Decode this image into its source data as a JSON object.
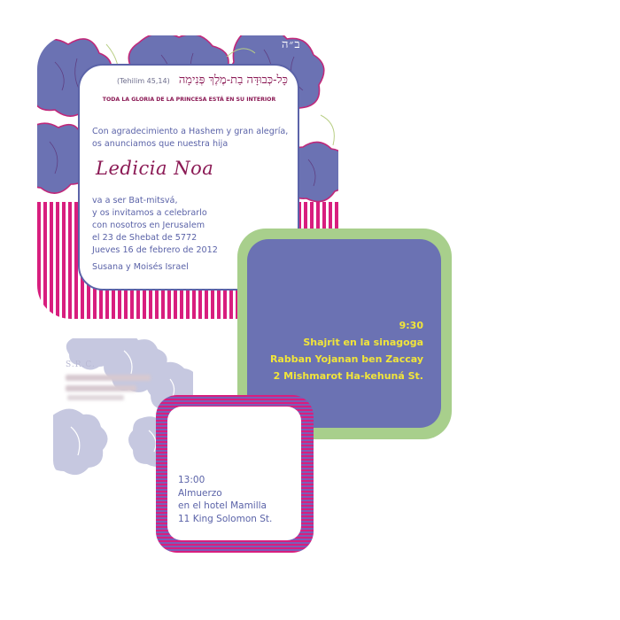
{
  "invitation": {
    "bh_mark": "ב״ה",
    "hebrew_verse": "כָּל-כְּבוּדָּה בַת-מֶלֶךְ פְּנִימָה",
    "verse_reference": "(Tehilim 45,14)",
    "verse_translation": "TODA LA GLORIA DE LA PRINCESA ESTÁ EN SU INTERIOR",
    "intro_lines": [
      "Con agradecimiento a Hashem y gran alegría,",
      "os anunciamos que nuestra hija"
    ],
    "girl_name": "Ledicia Noa",
    "body_lines": [
      "va a ser Bat-mitsvá,",
      "y os invitamos a celebrarlo",
      "con nosotros en Jerusalem",
      "el 23 de Shebat de 5772",
      "Jueves 16 de febrero de 2012"
    ],
    "parents": "Susana y Moisés Israel"
  },
  "synagogue_card": {
    "lines": [
      "9:30",
      "Shajrit en la sinagoga",
      "Rabban Yojanan ben Zaccay",
      "2 Mishmarot Ha-kehuná St."
    ]
  },
  "rsvp_card": {
    "label": "S.R.C."
  },
  "lunch_card": {
    "lines": [
      "13:00",
      "Almuerzo",
      "en el hotel Mamilla",
      "11 King Solomon St."
    ]
  },
  "colors": {
    "magenta": "#d81e7e",
    "periwinkle": "#6b72b3",
    "navy_text": "#5b63a8",
    "plum": "#8b1a55",
    "green_border": "#a8cf8c",
    "yellow_text": "#f1e53a",
    "flower_light": "#c6c8e0"
  }
}
